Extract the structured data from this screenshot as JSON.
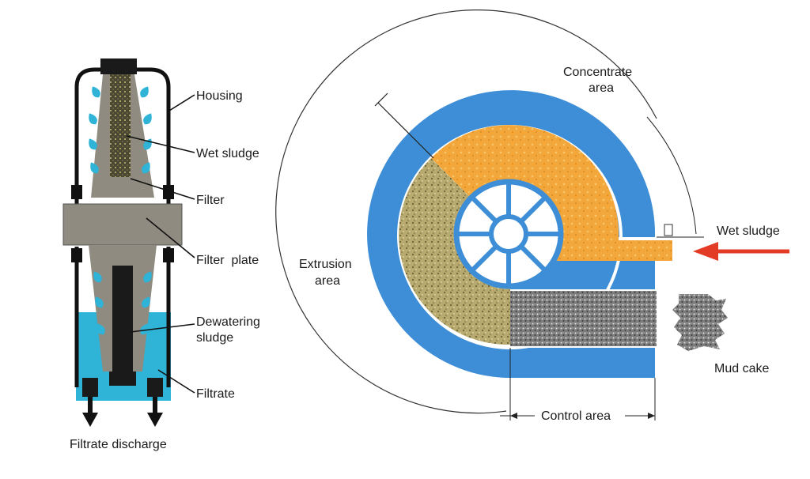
{
  "colors": {
    "water_blue": "#2fb4d8",
    "housing_blue": "#3d8ed6",
    "concentrate_orange": "#f3a73a",
    "extrusion_khaki": "#b3a46a",
    "mud_gray": "#8c8c8c",
    "plate_gray": "#8f8b80",
    "arrow_red": "#e23b26"
  },
  "left_diagram": {
    "labels": {
      "housing": "Housing",
      "wet_sludge": "Wet sludge",
      "filter": "Filter",
      "filter_plate": "Filter  plate",
      "dewatering_line1": "Dewatering",
      "dewatering_line2": "sludge",
      "filtrate": "Filtrate",
      "filtrate_discharge": "Filtrate discharge"
    }
  },
  "right_diagram": {
    "labels": {
      "concentrate_line1": "Concentrate",
      "concentrate_line2": "area",
      "wet_sludge": "Wet sludge",
      "extrusion_line1": "Extrusion",
      "extrusion_line2": "area",
      "mud_cake": "Mud cake",
      "control_area": "Control area"
    }
  }
}
